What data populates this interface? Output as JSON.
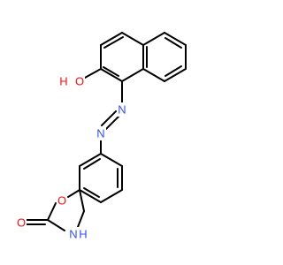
{
  "molecule": {
    "atom_labels": {
      "hydroxyl_oxygen": "O",
      "hydroxyl_hydrogen": "H",
      "azo_nitrogen_upper": "N",
      "azo_nitrogen_lower": "N",
      "ring_oxygen": "O",
      "ring_nh_nitrogen": "N",
      "ring_nh_hydrogen": "H",
      "carbonyl_oxygen": "O"
    },
    "colors": {
      "bond": "#000000",
      "oxygen": "#ff0d0d",
      "nitrogen": "#3050f8"
    }
  }
}
